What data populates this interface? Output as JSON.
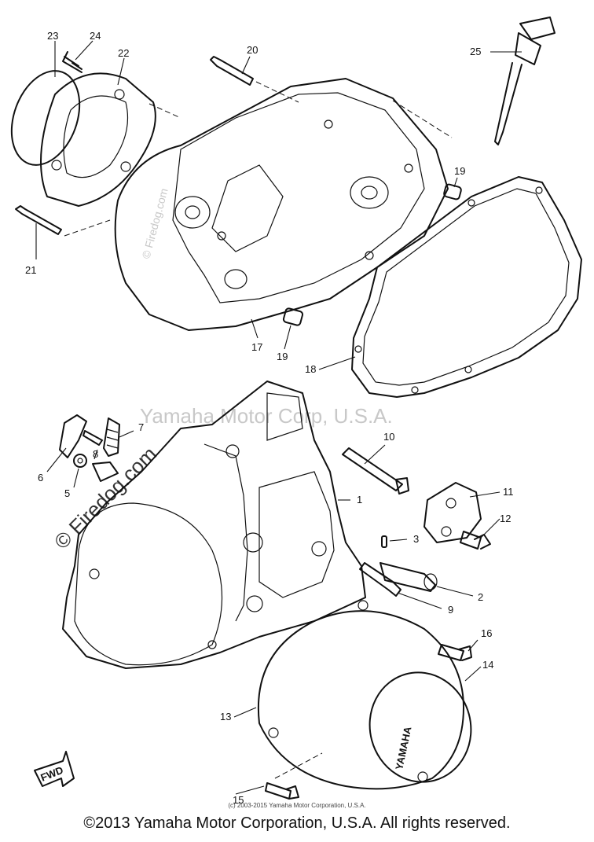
{
  "watermarks": {
    "center": "Yamaha Motor Corp, U.S.A.",
    "diagonal": "© Firedog.com",
    "side": "© Firedog.com"
  },
  "small_copyright": "(c) 2003-2015 Yamaha Motor Corporation, U.S.A.",
  "footer_copyright": "©2013 Yamaha Motor Corporation, U.S.A. All rights reserved.",
  "fwd_label": "FWD",
  "yamaha_label": "YAMAHA",
  "callouts": {
    "n1": "1",
    "n2": "2",
    "n3": "3",
    "n5": "5",
    "n6": "6",
    "n7": "7",
    "n8": "8",
    "n9": "9",
    "n10": "10",
    "n11": "11",
    "n12": "12",
    "n13": "13",
    "n14": "14",
    "n15": "15",
    "n16": "16",
    "n17": "17",
    "n18": "18",
    "n19a": "19",
    "n19b": "19",
    "n20": "20",
    "n21": "21",
    "n22": "22",
    "n23": "23",
    "n24": "24",
    "n25": "25"
  }
}
